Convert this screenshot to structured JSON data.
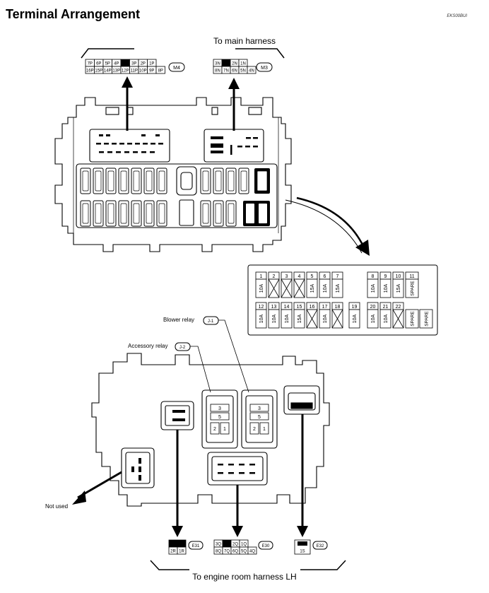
{
  "title": "Terminal Arrangement",
  "figure_code": "EKS00BUI",
  "top_caption": "To main harness",
  "bottom_caption": "To engine room harness LH",
  "labels": {
    "blower_relay": "Blower relay",
    "accessory_relay": "Accessory relay",
    "not_used": "Not used"
  },
  "connectors": {
    "m4": {
      "id": "M4",
      "top_row": [
        "7P",
        "6P",
        "5P",
        "4P",
        "",
        "3P",
        "2P",
        "1P"
      ],
      "bottom_row": [
        "16P",
        "15P",
        "14P",
        "13P",
        "12P",
        "11P",
        "10P",
        "9P",
        "8P"
      ]
    },
    "m3": {
      "id": "M3",
      "top_row": [
        "3N",
        "",
        "2N",
        "1N"
      ],
      "bottom_row": [
        "8N",
        "7N",
        "6N",
        "5N",
        "4N"
      ]
    },
    "e31": {
      "id": "E31",
      "terminals": [
        "2R",
        "1R"
      ]
    },
    "e30": {
      "id": "E30",
      "top_row": [
        "3Q",
        "",
        "2Q",
        "1Q"
      ],
      "bottom_row": [
        "8Q",
        "7Q",
        "6Q",
        "5Q",
        "4Q"
      ]
    },
    "e32": {
      "id": "E32",
      "terminals": [
        "1S"
      ]
    },
    "j1": {
      "id": "J-1"
    },
    "j2": {
      "id": "J-2"
    },
    "relay_pins": [
      "3",
      "5",
      "2",
      "1"
    ]
  },
  "fuse_table": {
    "top": [
      {
        "no": "1",
        "rating": "10A"
      },
      {
        "no": "2",
        "rating": ""
      },
      {
        "no": "3",
        "rating": ""
      },
      {
        "no": "4",
        "rating": ""
      },
      {
        "no": "5",
        "rating": "15A"
      },
      {
        "no": "6",
        "rating": "10A"
      },
      {
        "no": "7",
        "rating": "15A"
      },
      {
        "no": "8",
        "rating": "10A"
      },
      {
        "no": "9",
        "rating": "10A"
      },
      {
        "no": "10",
        "rating": "15A"
      },
      {
        "no": "11",
        "rating": "SPARE"
      }
    ],
    "bottom": [
      {
        "no": "12",
        "rating": "10A"
      },
      {
        "no": "13",
        "rating": "10A"
      },
      {
        "no": "14",
        "rating": "10A"
      },
      {
        "no": "15",
        "rating": "15A"
      },
      {
        "no": "16",
        "rating": ""
      },
      {
        "no": "17",
        "rating": "10A"
      },
      {
        "no": "18",
        "rating": ""
      },
      {
        "no": "19",
        "rating": "10A"
      },
      {
        "no": "20",
        "rating": "10A"
      },
      {
        "no": "21",
        "rating": "10A"
      },
      {
        "no": "22",
        "rating": ""
      },
      {
        "no": "",
        "rating": "SPARE"
      },
      {
        "no": "",
        "rating": "SPARE"
      }
    ]
  }
}
